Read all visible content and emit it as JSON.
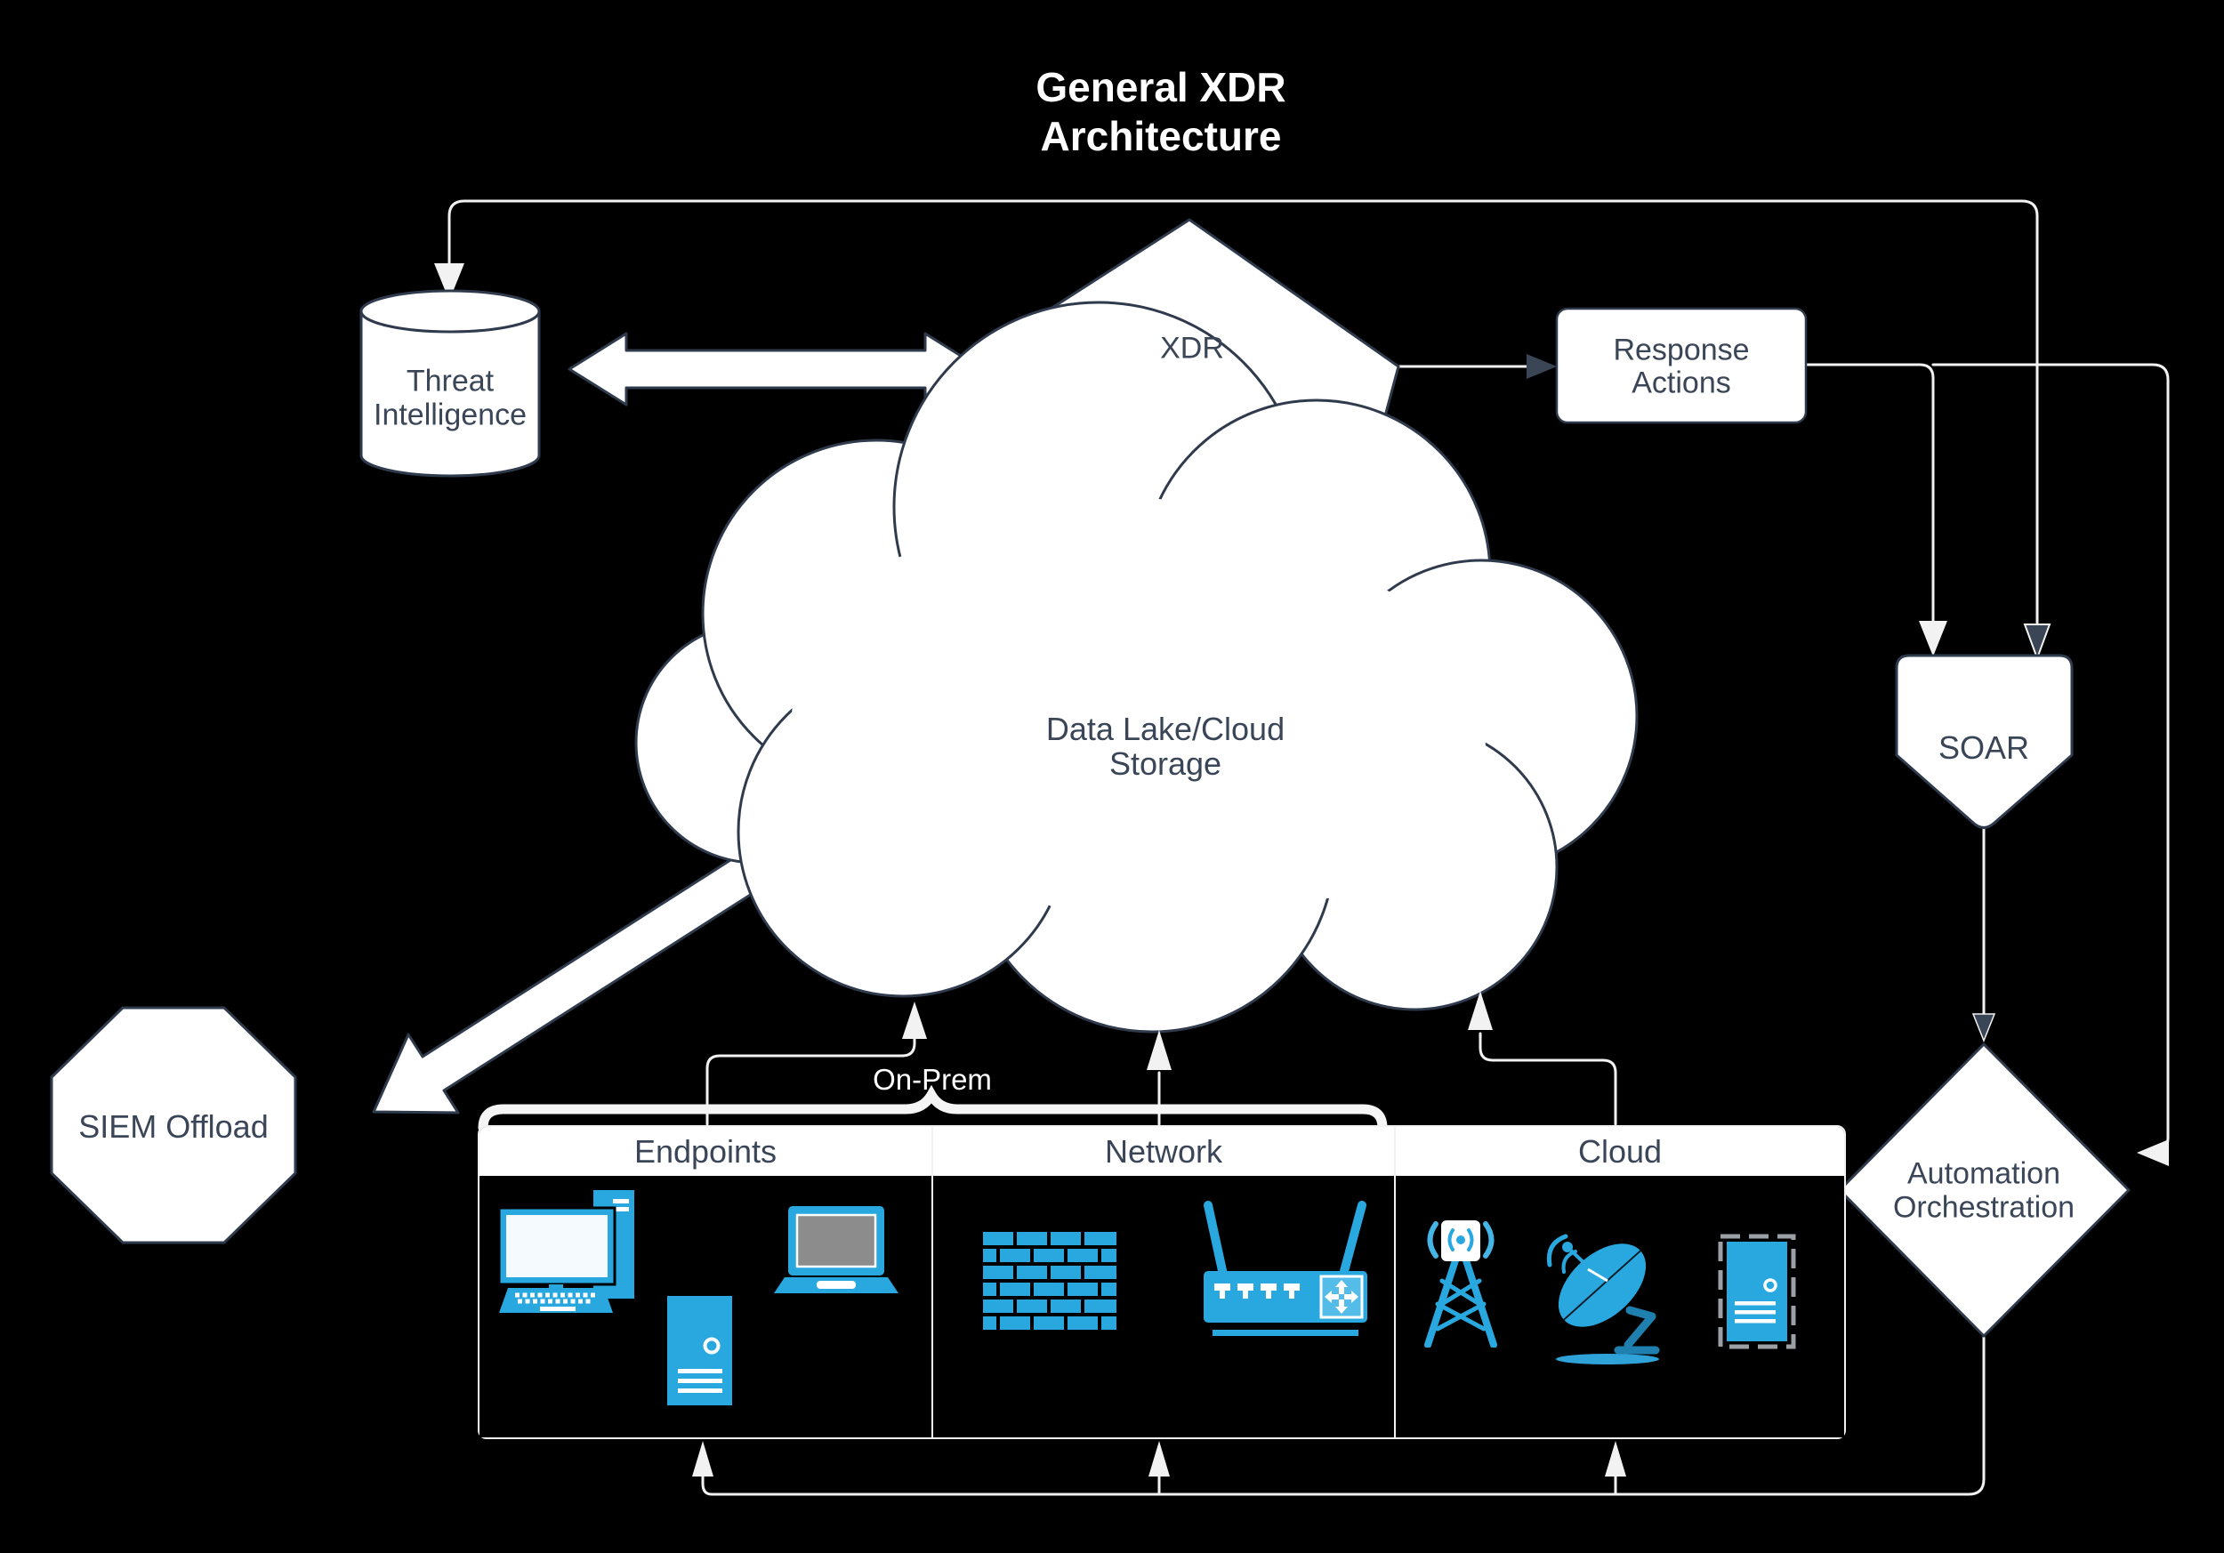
{
  "title": {
    "line1": "General XDR",
    "line2": "Architecture"
  },
  "nodes": {
    "threat_intelligence": {
      "line1": "Threat",
      "line2": "Intelligence"
    },
    "xdr": {
      "label": "XDR"
    },
    "response_actions": {
      "line1": "Response",
      "line2": "Actions"
    },
    "soar": {
      "label": "SOAR"
    },
    "data_lake": {
      "line1": "Data Lake/Cloud",
      "line2": "Storage"
    },
    "siem_offload": {
      "label": "SIEM Offload"
    },
    "automation_orchestration": {
      "line1": "Automation",
      "line2": "Orchestration"
    },
    "on_prem_label": "On-Prem"
  },
  "groups": [
    {
      "label": "Endpoints",
      "icons": [
        "desktop-computer-icon",
        "server-tower-icon",
        "laptop-icon"
      ]
    },
    {
      "label": "Network",
      "icons": [
        "firewall-icon",
        "wireless-router-icon"
      ]
    },
    {
      "label": "Cloud",
      "icons": [
        "radio-tower-icon",
        "satellite-dish-icon",
        "cloud-server-icon"
      ]
    }
  ],
  "colors": {
    "background": "#000000",
    "shape_fill": "#ffffff",
    "shape_outline": "#2f3b4c",
    "label_text": "#3a4657",
    "connector": "#f2f2f2",
    "dark_arrow": "#3a4655",
    "icon_blue": "#29a8e0",
    "icon_blue_light": "#54bce9",
    "icon_blue_dark": "#1f7fae",
    "laptop_screen_gray": "#8c8c8c",
    "server_frame_gray": "#9aa0a6"
  }
}
